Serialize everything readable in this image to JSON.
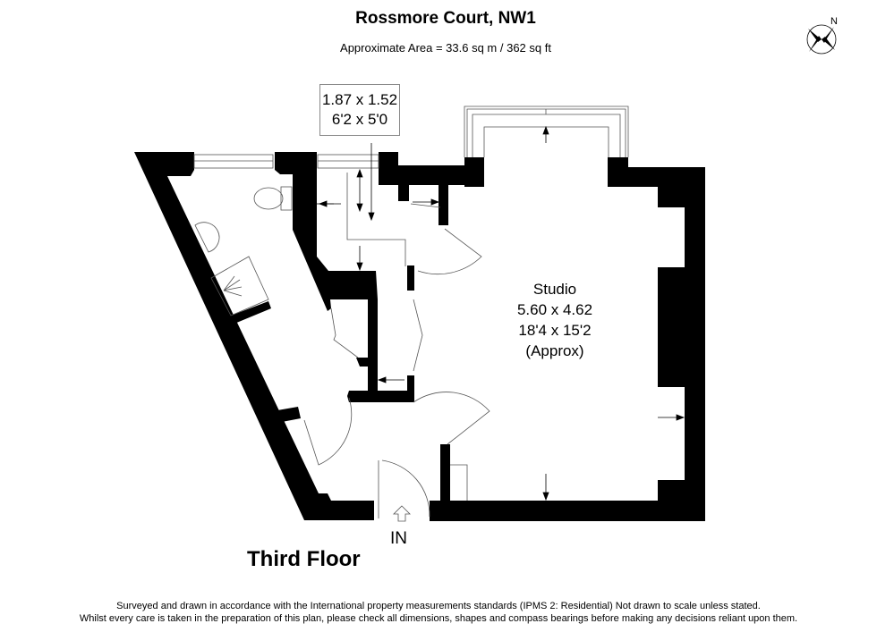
{
  "header": {
    "title": "Rossmore Court, NW1",
    "subtitle": "Approximate Area = 33.6 sq m / 362 sq ft"
  },
  "compass": {
    "label": "N",
    "icon": "compass-rose-icon"
  },
  "rooms": {
    "small_room": {
      "metric": "1.87 x 1.52",
      "imperial": "6'2 x 5'0"
    },
    "studio": {
      "name": "Studio",
      "metric": "5.60 x 4.62",
      "imperial": "18'4 x 15'2",
      "note": "(Approx)"
    }
  },
  "entrance": {
    "label": "IN",
    "icon": "entry-arrow-icon"
  },
  "floor": {
    "label": "Third Floor"
  },
  "footer": {
    "line1": "Surveyed and drawn in accordance with the International property measurements standards (IPMS 2: Residential) Not drawn to scale unless stated.",
    "line2": "Whilst every care is taken in the preparation of this plan, please check all dimensions, shapes and compass bearings before making any decisions reliant upon them."
  },
  "colors": {
    "wall": "#000000",
    "fixture": "#555555",
    "background": "#ffffff"
  }
}
